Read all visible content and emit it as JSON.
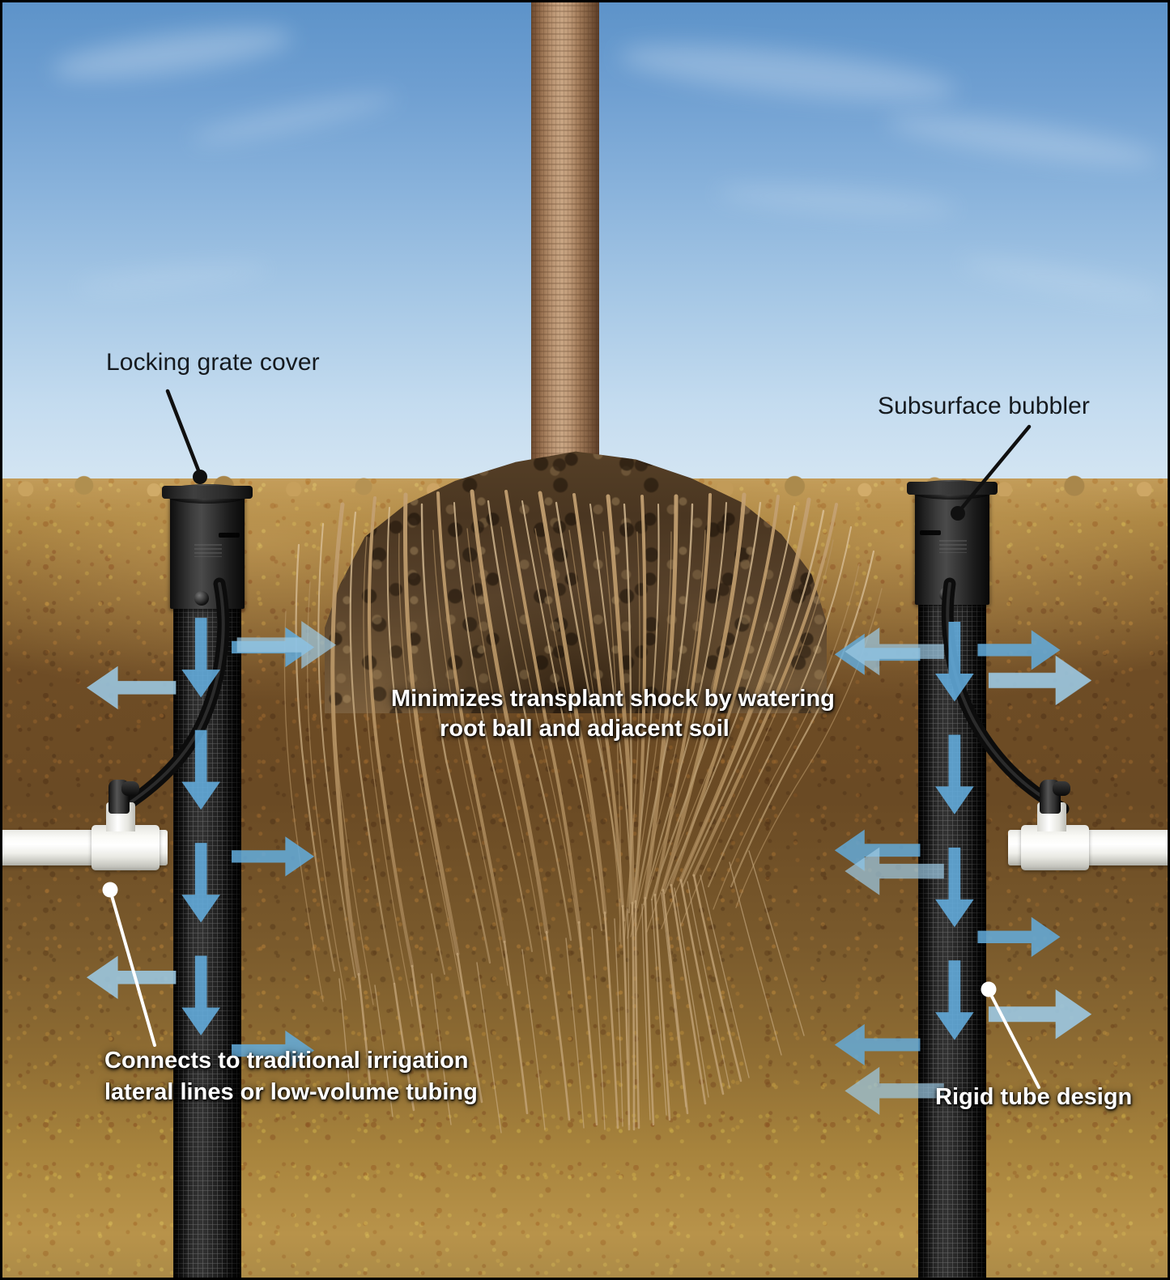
{
  "diagram": {
    "title": "Subsurface root watering system cutaway",
    "colors": {
      "sky_top": "#5d93c9",
      "sky_horizon": "#d5e6f3",
      "soil_surface": "#c09a58",
      "soil_deep": "#6a4a24",
      "water_arrow": "#63adde",
      "water_arrow_soft": "#9cc9e4",
      "tube_black": "#1b1b1b",
      "pvc_white": "#ffffff",
      "label_dark": "#151a1f",
      "label_light": "#ffffff"
    }
  },
  "callouts": {
    "locking_grate_cover": {
      "label": "Locking grate cover",
      "style": "dark",
      "dot": "black"
    },
    "subsurface_bubbler": {
      "label": "Subsurface bubbler",
      "style": "dark",
      "dot": "black"
    },
    "minimizes_shock": {
      "line1": "Minimizes transplant shock by watering",
      "line2": "root ball and adjacent soil",
      "style": "light",
      "dot": "none"
    },
    "connects_lateral": {
      "line1": "Connects to traditional irrigation",
      "line2": "lateral lines or low-volume tubing",
      "style": "light",
      "dot": "white"
    },
    "rigid_tube": {
      "label": "Rigid tube design",
      "style": "light",
      "dot": "white"
    }
  },
  "components": {
    "tree_trunk": "tree-trunk",
    "root_ball": "root-ball",
    "fibrous_roots": "fibrous-roots",
    "left_unit": "left-bubbler-unit",
    "right_unit": "right-bubbler-unit",
    "grate_cover": "locking-grate-cover",
    "mesh_tube": "rigid-mesh-tube",
    "flex_hose": "black-flexible-hose",
    "pvc_tee": "pvc-tee-fitting",
    "pvc_lateral": "pvc-lateral-line",
    "soil_profile": "soil-cutaway",
    "sky": "sky-background"
  },
  "water_flow": {
    "direction_legend": [
      "down",
      "left",
      "right"
    ],
    "arrow_count_left": 8,
    "arrow_count_right": 9
  }
}
